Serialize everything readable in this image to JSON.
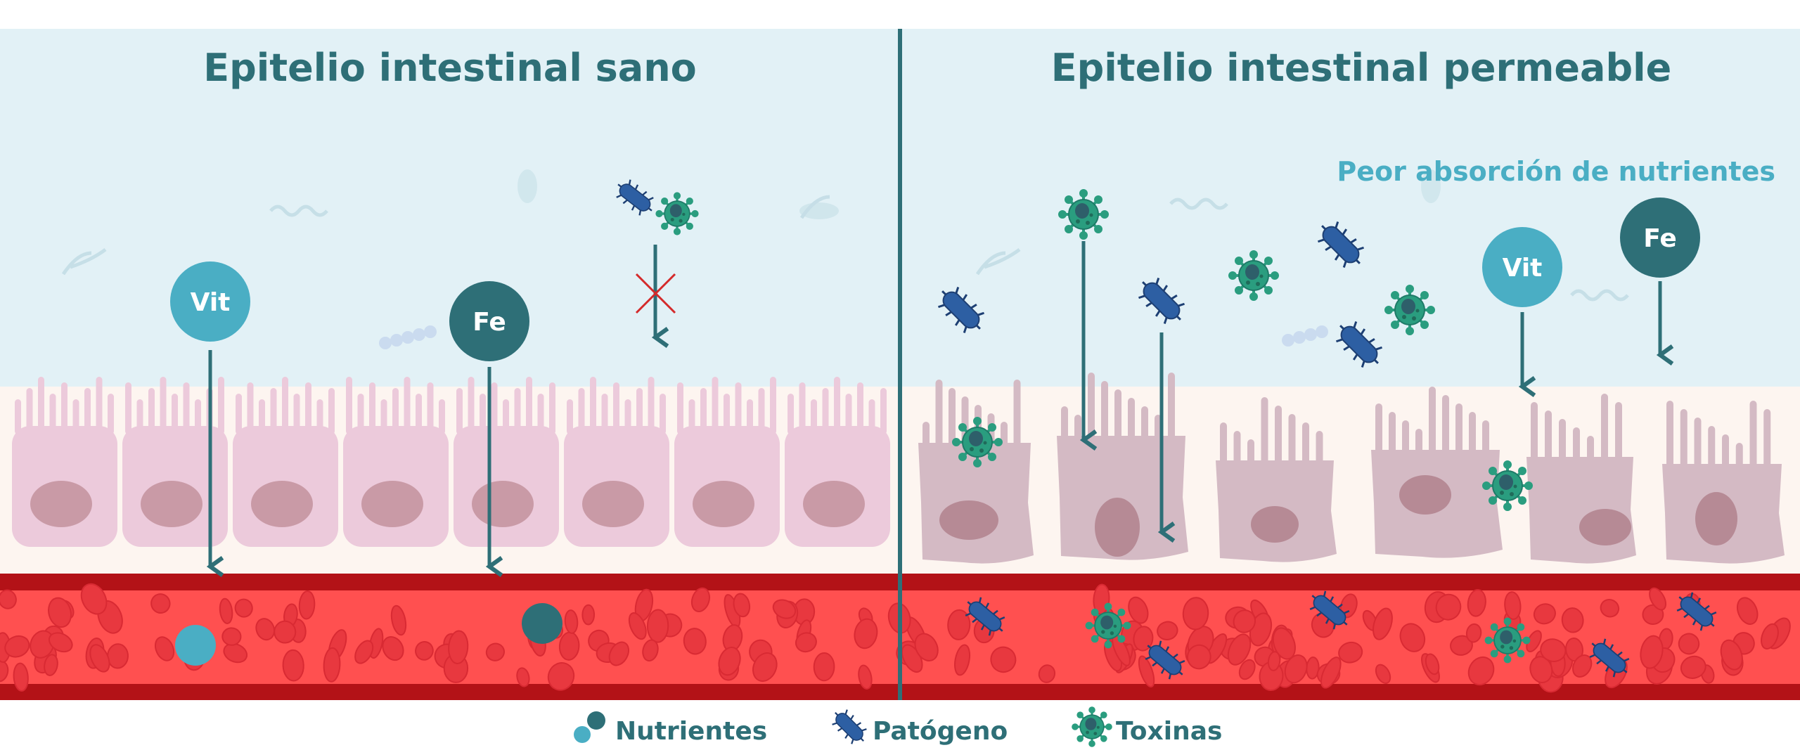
{
  "left_panel": {
    "title": "Epitelio intestinal sano",
    "nutrients": [
      {
        "label": "Vit"
      },
      {
        "label": "Fe"
      }
    ]
  },
  "right_panel": {
    "title": "Epitelio intestinal permeable",
    "note": "Peor absorción de nutrientes",
    "nutrients": [
      {
        "label": "Vit"
      },
      {
        "label": "Fe"
      }
    ]
  },
  "legend": {
    "nutrients": "Nutrientes",
    "pathogen": "Patógeno",
    "toxins": "Toxinas"
  },
  "colors": {
    "teal": "#2e6f77",
    "cyan": "#4aaec4",
    "lumen": "#e2f1f6",
    "tissue": "#fdf5f0",
    "blood": "#ff5050",
    "vessel_wall": "#b31217",
    "toxin": "#2a9d7f",
    "pathogen": "#2d5fa3"
  }
}
